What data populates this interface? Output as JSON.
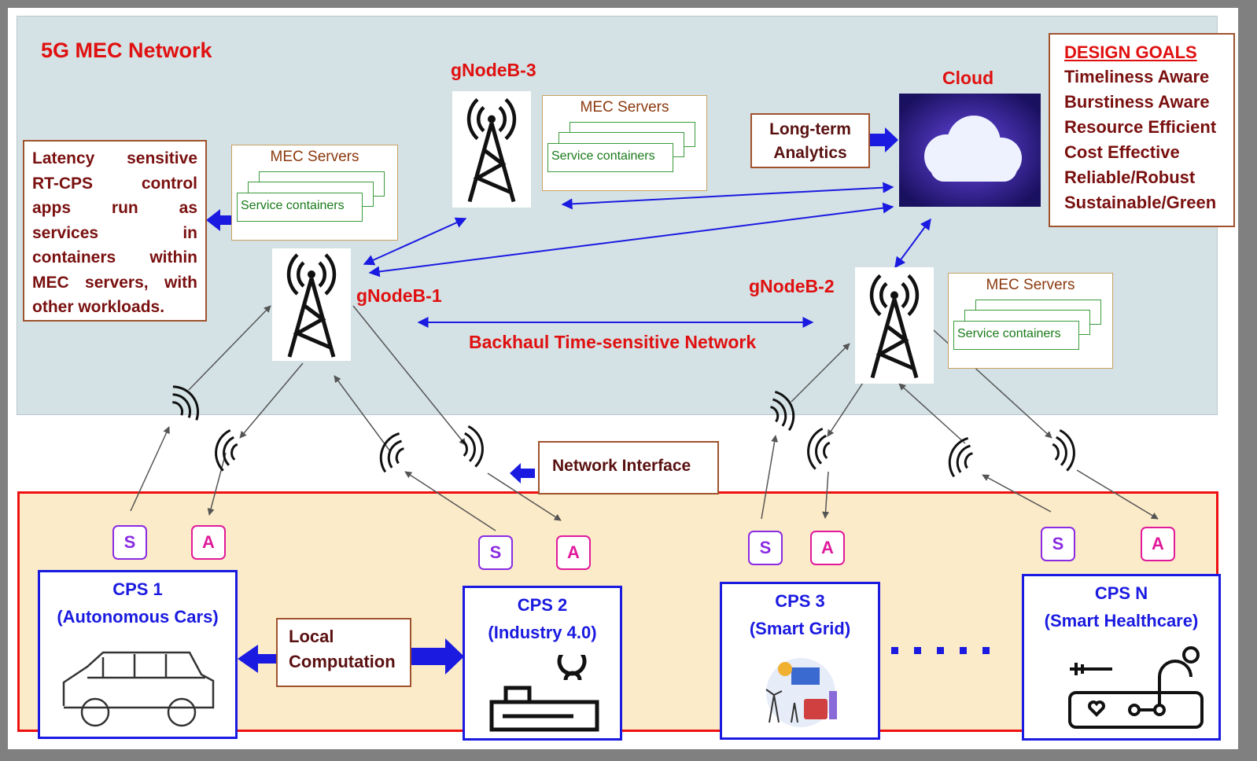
{
  "network_title": "5G MEC Network",
  "nodes": {
    "gnb1": "gNodeB-1",
    "gnb2": "gNodeB-2",
    "gnb3": "gNodeB-3",
    "cloud": "Cloud"
  },
  "mec": {
    "title": "MEC Servers",
    "container_label": "Service containers"
  },
  "latency_note": [
    "Latency sensitive",
    "RT-CPS control",
    "apps run as",
    "services in",
    "containers within",
    "MEC servers, with",
    "other workloads."
  ],
  "analytics": [
    "Long-term",
    "Analytics"
  ],
  "design_goals": {
    "heading": "DESIGN GOALS",
    "items": [
      "Timeliness Aware",
      "Burstiness Aware",
      "Resource Efficient",
      "Cost Effective",
      "Reliable/Robust",
      "Sustainable/Green"
    ]
  },
  "backhaul_label": "Backhaul Time-sensitive  Network",
  "network_interface": "Network Interface",
  "sensor_label": "S",
  "actuator_label": "A",
  "local_computation": [
    "Local",
    "Computation"
  ],
  "cps": [
    {
      "name": "CPS 1",
      "sub": "(Autonomous Cars)"
    },
    {
      "name": "CPS 2",
      "sub": "(Industry 4.0)"
    },
    {
      "name": "CPS 3",
      "sub": "(Smart Grid)"
    },
    {
      "name": "CPS N",
      "sub": "(Smart Healthcare)"
    }
  ],
  "colors": {
    "accent_red": "#e01010",
    "link_blue": "#1a1ae0",
    "panel_top": "#d4e2e5",
    "panel_bottom": "#fcebc8"
  }
}
